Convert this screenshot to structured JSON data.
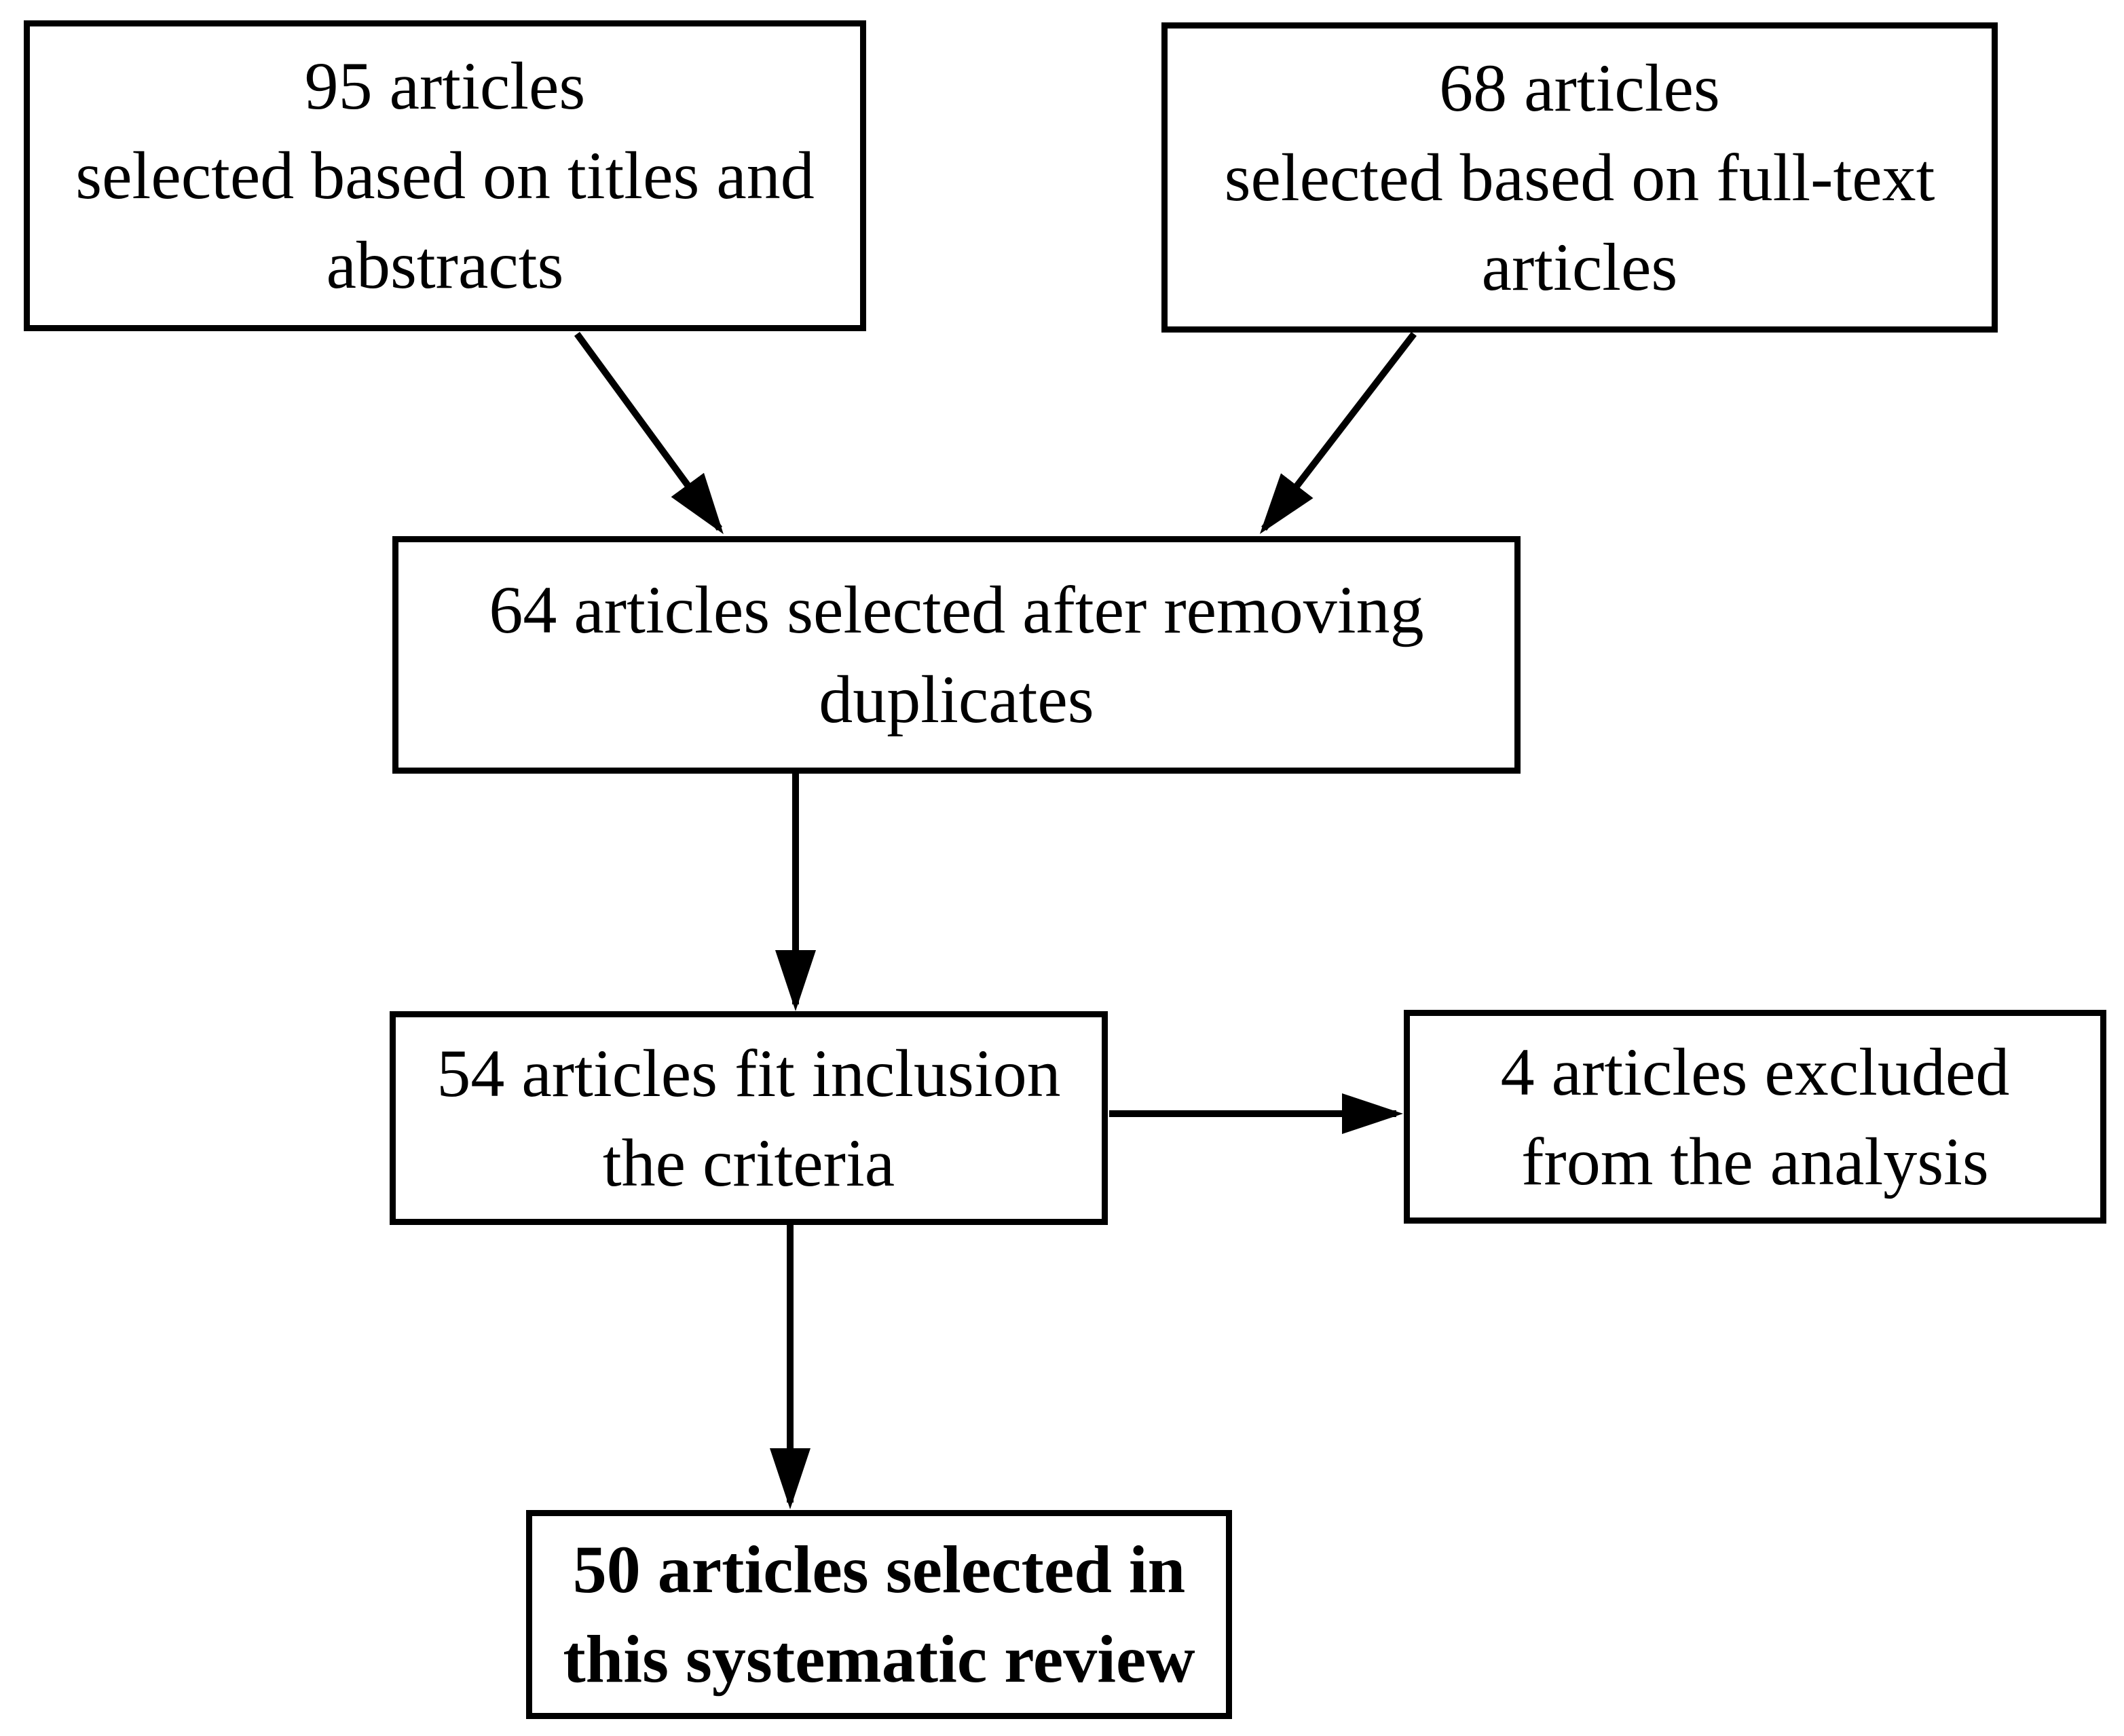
{
  "diagram": {
    "title": "Systematic review article selection flowchart",
    "background_color": "#ffffff",
    "line_color": "#000000",
    "boxes": [
      {
        "id": "titles-abstracts",
        "count": 95,
        "lines": [
          "95 articles",
          "selected based on titles and",
          "abstracts"
        ],
        "bold": false
      },
      {
        "id": "full-text",
        "count": 68,
        "lines": [
          "68 articles",
          "selected based on full-text",
          "articles"
        ],
        "bold": false
      },
      {
        "id": "after-duplicates",
        "count": 64,
        "lines": [
          "64 articles selected after removing",
          "duplicates"
        ],
        "bold": false
      },
      {
        "id": "inclusion",
        "count": 54,
        "lines": [
          "54 articles fit inclusion",
          "the criteria"
        ],
        "bold": false
      },
      {
        "id": "excluded",
        "count": 4,
        "lines": [
          "4 articles excluded",
          "from the analysis"
        ],
        "bold": false
      },
      {
        "id": "final",
        "count": 50,
        "lines": [
          "50 articles selected in",
          "this systematic review"
        ],
        "bold": true
      }
    ],
    "edges": [
      {
        "from": "titles-abstracts",
        "to": "after-duplicates"
      },
      {
        "from": "full-text",
        "to": "after-duplicates"
      },
      {
        "from": "after-duplicates",
        "to": "inclusion"
      },
      {
        "from": "inclusion",
        "to": "excluded"
      },
      {
        "from": "inclusion",
        "to": "final"
      }
    ]
  }
}
